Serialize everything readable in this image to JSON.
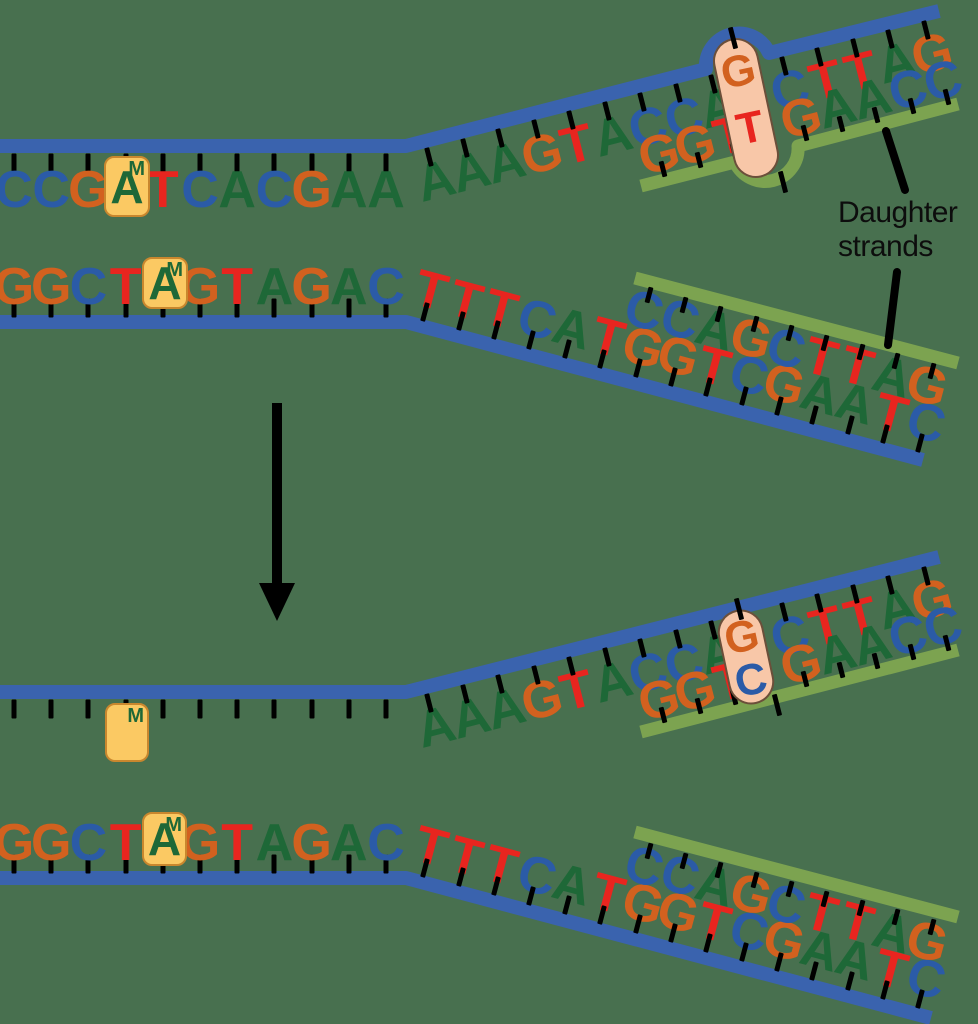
{
  "background": "#48704F",
  "palette": {
    "A": "#1E6837",
    "C": "#2B5BA7",
    "G": "#D2611F",
    "T": "#E8251F",
    "parental_strand": "#3A63AE",
    "daughter_strand": "#7CA350",
    "methyl_box_fill": "#FBC963",
    "methyl_box_border": "#C9872E",
    "mismatch_fill": "#F8C7A8",
    "mismatch_border": "#6B4F3A",
    "tick": "#000000",
    "text": "#0D0D0D"
  },
  "annotation": {
    "line1": "Daughter",
    "line2": "strands"
  },
  "methyl_mark": "M",
  "units": [
    {
      "stage": "before-repair",
      "top_row": {
        "sequence": "CCGATCACGAA",
        "methyl_index": 3,
        "methylated_base": "A",
        "letters_visible": true
      },
      "bottom_row": {
        "sequence": "GGCTAGTAGAC",
        "methyl_index": 4,
        "methylated_base": "A",
        "letters_visible": true
      },
      "upper_branch": {
        "parental_sequence": "AAAGTACCAGCTTAG",
        "daughter_sequence": "GGTTGAACC",
        "capsule_parental_index": 9,
        "capsule_daughter_index": 3,
        "mismatch": {
          "parental_base": "G",
          "daughter_base": "T"
        },
        "bulge": true
      },
      "lower_branch": {
        "parental_sequence": "TTTCATGGTCGAATC",
        "daughter_sequence": "CCAGCTTAG"
      }
    },
    {
      "stage": "after-repair",
      "top_row": {
        "sequence": "",
        "methyl_index": 3,
        "letters_visible": false
      },
      "bottom_row": {
        "sequence": "GGCTAGTAGAC",
        "methyl_index": 4,
        "methylated_base": "A",
        "letters_visible": true
      },
      "upper_branch": {
        "parental_sequence": "AAAGTACCAGCTTAG",
        "daughter_sequence": "GGTCGAACC",
        "capsule_parental_index": 9,
        "capsule_daughter_index": 3,
        "mismatch": {
          "parental_base": "G",
          "daughter_base": "C"
        },
        "bulge": false
      },
      "lower_branch": {
        "parental_sequence": "TTTCATGGTCGAATC",
        "daughter_sequence": "CCAGCTTAG"
      }
    }
  ]
}
